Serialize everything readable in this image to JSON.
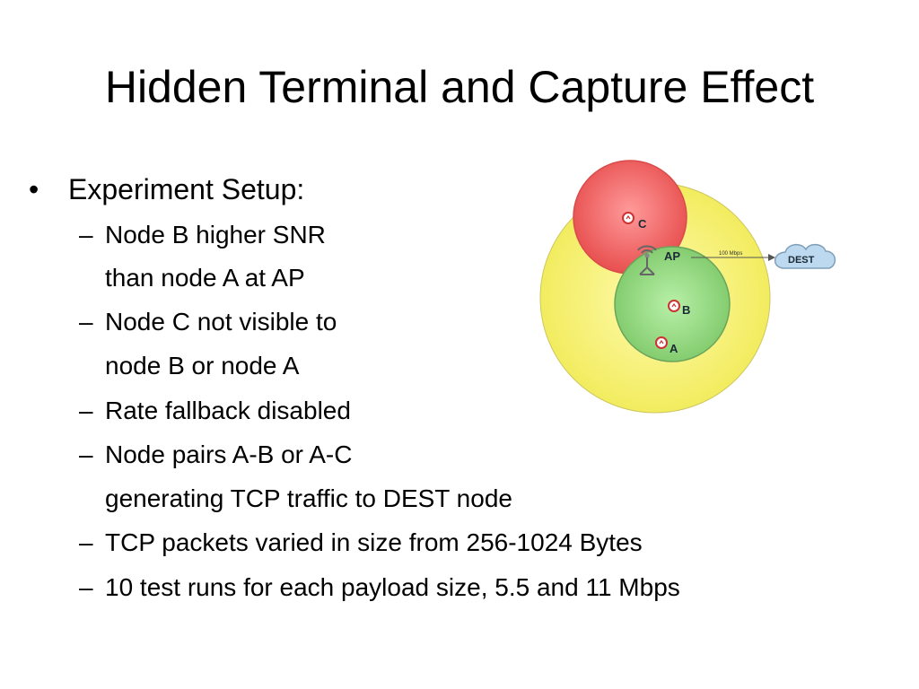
{
  "slide": {
    "title": "Hidden Terminal and Capture Effect"
  },
  "bullets": {
    "main_marker": "•",
    "sub_marker": "–",
    "main_item": "Experiment Setup:",
    "sub_items": [
      "Node B higher SNR",
      "than node A at AP",
      "Node C not visible to",
      "node B or node A",
      "Rate fallback disabled",
      "Node pairs A-B or A-C",
      "generating TCP traffic to DEST node",
      "TCP packets varied in size from 256-1024 Bytes",
      "10 test runs for each payload size, 5.5 and 11 Mbps"
    ]
  },
  "diagram": {
    "nodes": {
      "c": "C",
      "ap": "AP",
      "b": "B",
      "a": "A",
      "dest": "DEST"
    },
    "link_label": "100 Mbps",
    "colors": {
      "yellow_range": "#f6f27a",
      "red_range": "#ee5f5f",
      "green_range": "#8fd27a",
      "cloud": "#bcd9ef"
    }
  }
}
